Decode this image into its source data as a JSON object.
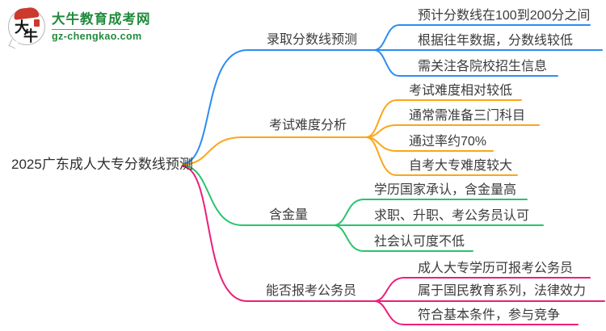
{
  "site": {
    "logo_glyph_1": "大",
    "logo_glyph_2": "牛",
    "name": "大牛教育成考网",
    "domain": "gz-chengkao.com",
    "brand_color": "#1f8a3c",
    "logo_red": "#cb3a2e"
  },
  "mindmap": {
    "root": {
      "label": "2025广东成人大专分数线预测"
    },
    "branches": [
      {
        "label": "录取分数线预测",
        "color": "#2d8cf0",
        "children": [
          "预计分数线在100到200分之间",
          "根据往年数据，分数线较低",
          "需关注各院校招生信息"
        ]
      },
      {
        "label": "考试难度分析",
        "color": "#fba619",
        "children": [
          "考试难度相对较低",
          "通常需准备三门科目",
          "通过率约70%",
          "自考大专难度较大"
        ]
      },
      {
        "label": "含金量",
        "color": "#27c46d",
        "children": [
          "学历国家承认，含金量高",
          "求职、升职、考公务员认可",
          "社会认可度不低"
        ]
      },
      {
        "label": "能否报考公务员",
        "color": "#ed1e79",
        "children": [
          "成人大专学历可报考公务员",
          "属于国民教育系列，法律效力",
          "符合基本条件，参与竞争"
        ]
      }
    ]
  }
}
